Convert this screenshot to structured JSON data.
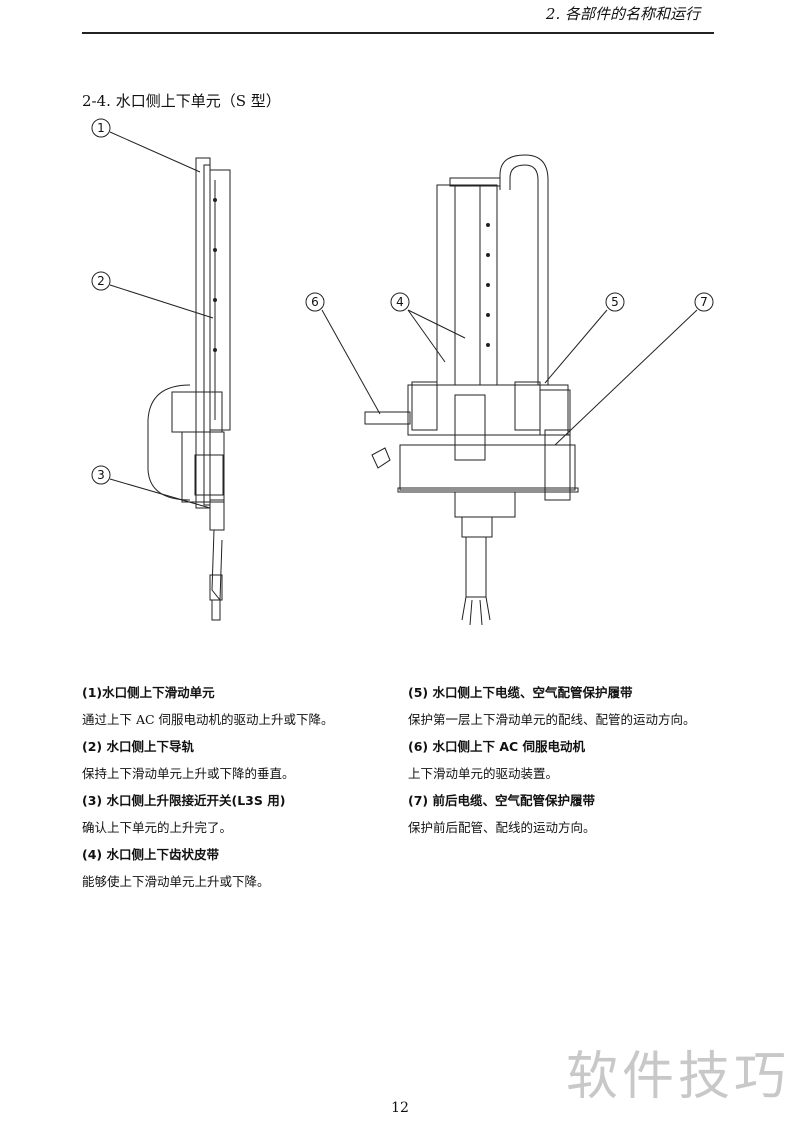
{
  "header": {
    "chapter": "2. 各部件的名称和运行"
  },
  "section_title": "2-4. 水口侧上下单元（S 型）",
  "figure": {
    "callouts": [
      "1",
      "2",
      "3",
      "4",
      "5",
      "6",
      "7"
    ]
  },
  "items": [
    {
      "heading": "(1)水口侧上下滑动单元",
      "desc": "通过上下 AC 伺服电动机的驱动上升或下降。"
    },
    {
      "heading": "(2) 水口侧上下导轨",
      "desc": "保持上下滑动单元上升或下降的垂直。"
    },
    {
      "heading": "(3) 水口侧上升限接近开关(L3S 用)",
      "desc": "确认上下单元的上升完了。"
    },
    {
      "heading": "(4) 水口侧上下齿状皮带",
      "desc": "能够使上下滑动单元上升或下降。"
    },
    {
      "heading": "(5) 水口侧上下电缆、空气配管保护履带",
      "desc": "保护第一层上下滑动单元的配线、配管的运动方向。"
    },
    {
      "heading": "(6) 水口侧上下 AC 伺服电动机",
      "desc": "上下滑动单元的驱动装置。"
    },
    {
      "heading": "(7) 前后电缆、空气配管保护履带",
      "desc": "保护前后配管、配线的运动方向。"
    }
  ],
  "page_number": "12",
  "watermark": "软件技巧"
}
